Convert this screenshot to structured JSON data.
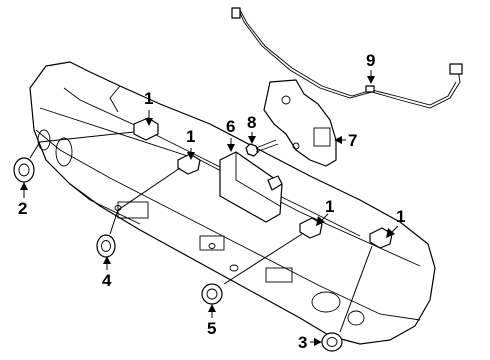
{
  "callouts": {
    "sensor_top_left": "1",
    "sensor_center_left": "1",
    "sensor_center_right": "1",
    "sensor_right": "1",
    "bezel_left": "2",
    "bezel_right": "3",
    "bezel_lower_left": "4",
    "bezel_lower_center": "5",
    "control_module": "6",
    "bracket": "7",
    "bolt": "8",
    "wire_harness": "9"
  }
}
